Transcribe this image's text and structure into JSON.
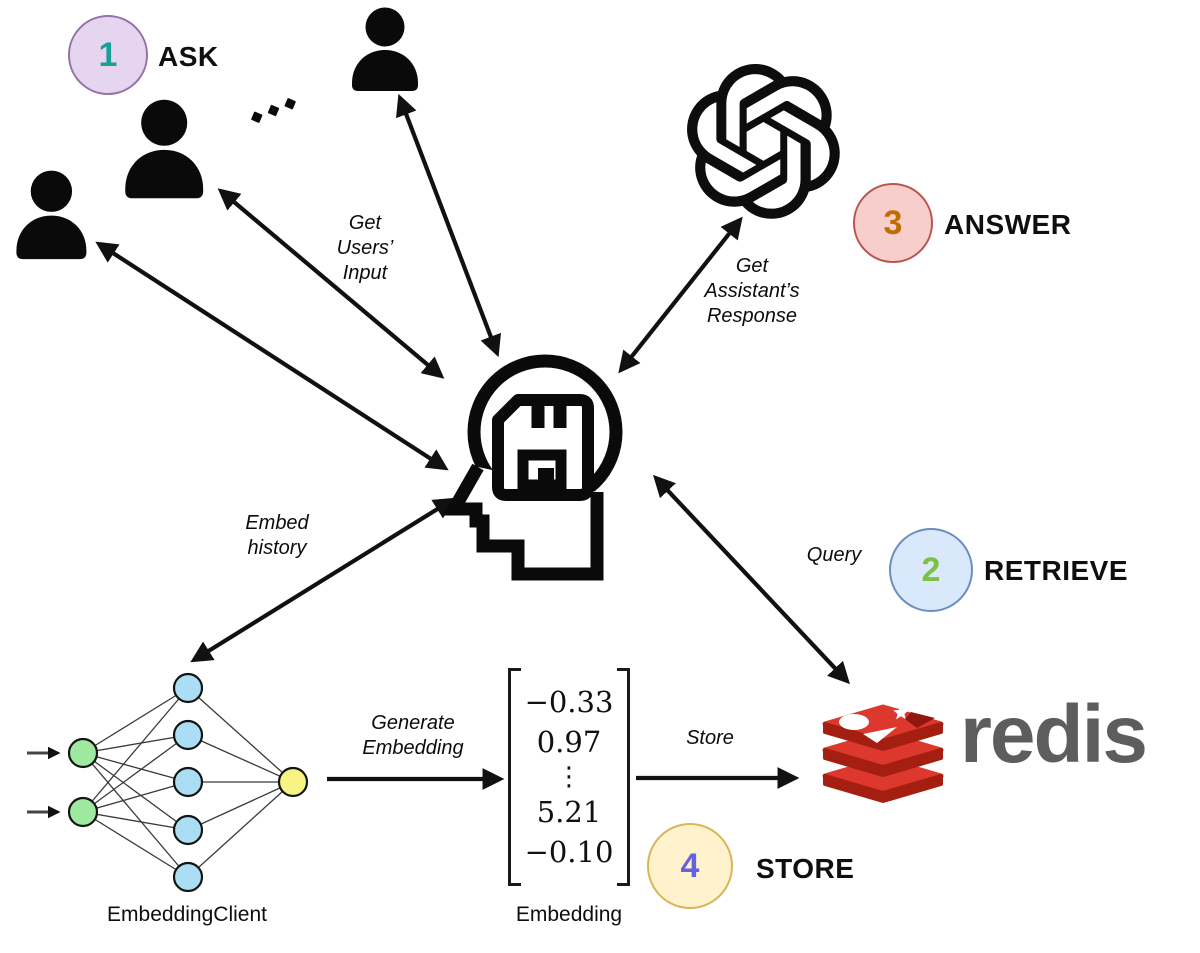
{
  "steps": [
    {
      "number": "1",
      "label": "ASK",
      "fill": "#e6d5f0",
      "border": "#9673a6",
      "number_color": "#18a096"
    },
    {
      "number": "2",
      "label": "RETRIEVE",
      "fill": "#dae8fc",
      "border": "#6c8ebf",
      "number_color": "#7cc142"
    },
    {
      "number": "3",
      "label": "ANSWER",
      "fill": "#f8cecc",
      "border": "#b85450",
      "number_color": "#bf6d00"
    },
    {
      "number": "4",
      "label": "STORE",
      "fill": "#fff2cc",
      "border": "#d6b656",
      "number_color": "#6562e0"
    }
  ],
  "edges": {
    "get_users_input": "Get\nUsers’\nInput",
    "get_assistants_response": "Get\nAssistant’s\nResponse",
    "embed_history": "Embed\nhistory",
    "generate_embedding": "Generate\nEmbedding",
    "query": "Query",
    "store": "Store"
  },
  "embedding": {
    "values": [
      "−0.33",
      "0.97",
      "⋮",
      "5.21",
      "−0.10"
    ],
    "label": "Embedding"
  },
  "embedding_client": {
    "label": "EmbeddingClient"
  },
  "redis": {
    "wordmark": "redis",
    "brand_red": "#dc382d",
    "brand_dark_red": "#a41e11",
    "wordmark_color": "#5b5d5f"
  },
  "icons": {
    "users": "user-silhouette-icon",
    "more_users": "ellipsis-icon",
    "assistant_memory": "head-with-memory-icon",
    "llm": "openai-logo-icon",
    "vector_store": "redis-logo-icon",
    "embedder": "neural-network-icon"
  },
  "colors": {
    "arrow": "#111111",
    "nn_input_node": "#9fe89f",
    "nn_hidden_node": "#abdef5",
    "nn_output_node": "#f8f483"
  }
}
